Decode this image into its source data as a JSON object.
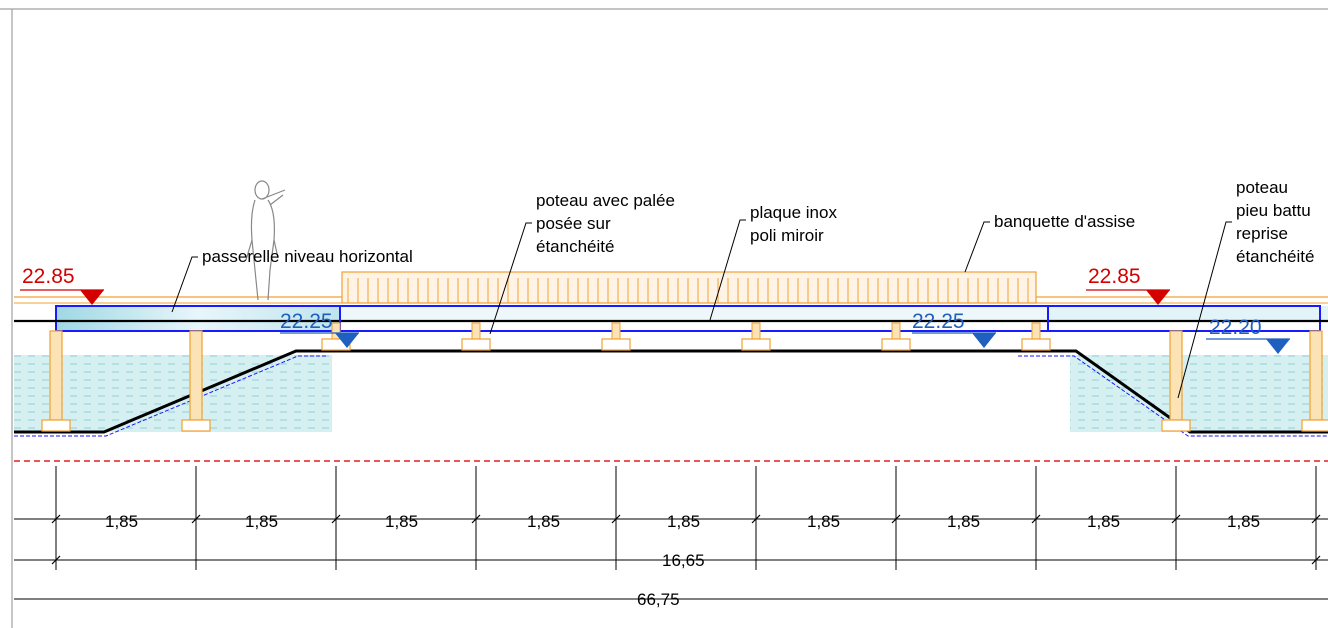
{
  "annotations": {
    "passerelle": "passerelle niveau horizontal",
    "poteau_palee": [
      "poteau avec palée",
      "posée sur",
      "étanchéité"
    ],
    "plaque_inox": [
      "plaque inox",
      "poli miroir"
    ],
    "banquette": "banquette d'assise",
    "poteau_pieu": [
      "poteau",
      "pieu battu",
      "reprise",
      "étanchéité"
    ]
  },
  "levels": {
    "left_top": "22.85",
    "right_top": "22.85",
    "left_water": "22.25",
    "center_water": "22.25",
    "right_water": "22.20"
  },
  "dimensions": {
    "spans": [
      "1,85",
      "1,85",
      "1,85",
      "1,85",
      "1,85",
      "1,85",
      "1,85",
      "1,85",
      "1,85"
    ],
    "subtotal": "16,65",
    "total": "66,75"
  },
  "colors": {
    "level_marker_red": "#d40000",
    "level_marker_blue": "#1f5fbf",
    "timber": "#f0a030",
    "water": "#bfe6ea",
    "structure_blue": "#1a1aff",
    "baseline_red": "#e02020"
  },
  "icons": {
    "figure": "human-silhouette-icon",
    "level_marker": "triangle-down-icon"
  }
}
